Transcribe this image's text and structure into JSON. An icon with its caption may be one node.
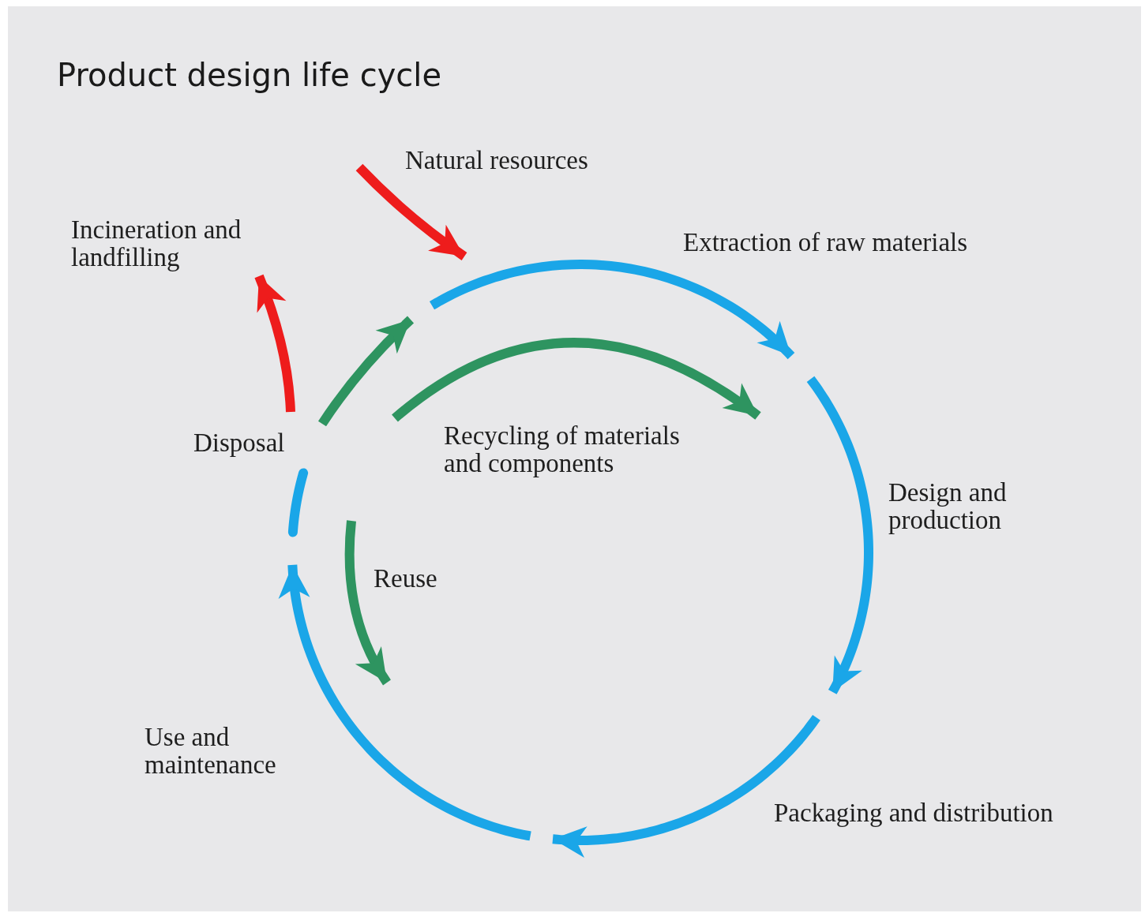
{
  "diagram": {
    "title": "Product design life cycle",
    "labels": [
      "Natural resources",
      "Incineration and landfilling",
      "Extraction of raw materials",
      "Disposal",
      "Recycling of materials and components",
      "Design and production",
      "Reuse",
      "Use and maintenance",
      "Packaging and distribution"
    ]
  }
}
